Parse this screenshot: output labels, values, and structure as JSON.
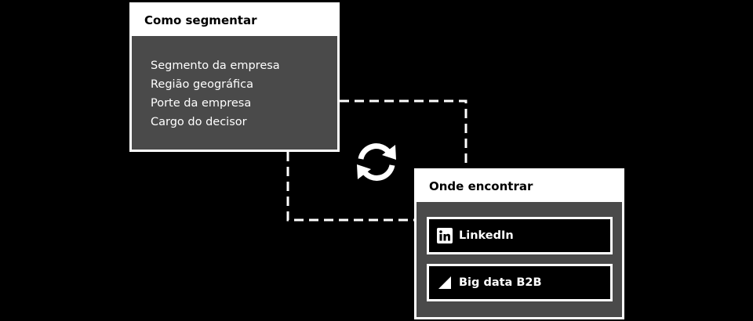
{
  "segment_card": {
    "title": "Como segmentar",
    "items": [
      "Segmento da empresa",
      "Região geográfica",
      "Porte da empresa",
      "Cargo do decisor"
    ]
  },
  "find_card": {
    "title": "Onde encontrar",
    "sources": [
      {
        "label": "LinkedIn",
        "icon": "linkedin-icon"
      },
      {
        "label": "Big data B2B",
        "icon": "triangle-icon"
      }
    ]
  },
  "center_icon": "sync-icon",
  "colors": {
    "background": "#000000",
    "card_body": "#4a4a4a",
    "border": "#ffffff",
    "text": "#ffffff"
  }
}
